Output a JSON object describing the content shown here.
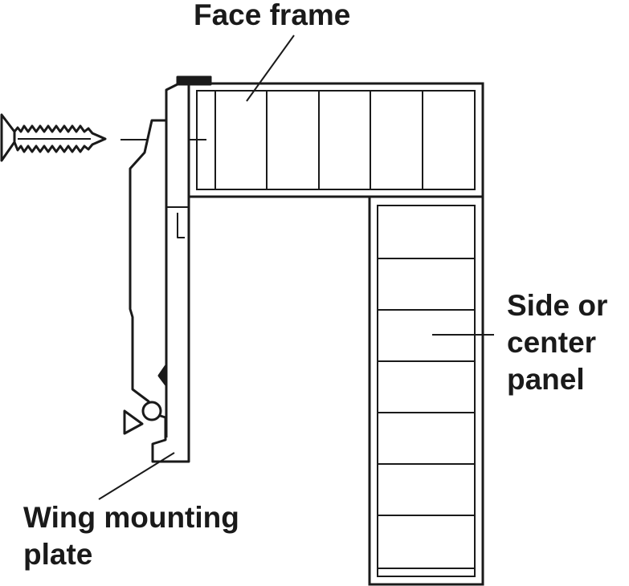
{
  "labels": {
    "face_frame": "Face frame",
    "side_panel": [
      "Side or",
      "center",
      "panel"
    ],
    "wing_plate": [
      "Wing mounting",
      "plate"
    ]
  },
  "colors": {
    "line": "#1a1a1a",
    "background": "#ffffff"
  },
  "face_frame_divisions": 6,
  "side_panel_divisions": 7
}
